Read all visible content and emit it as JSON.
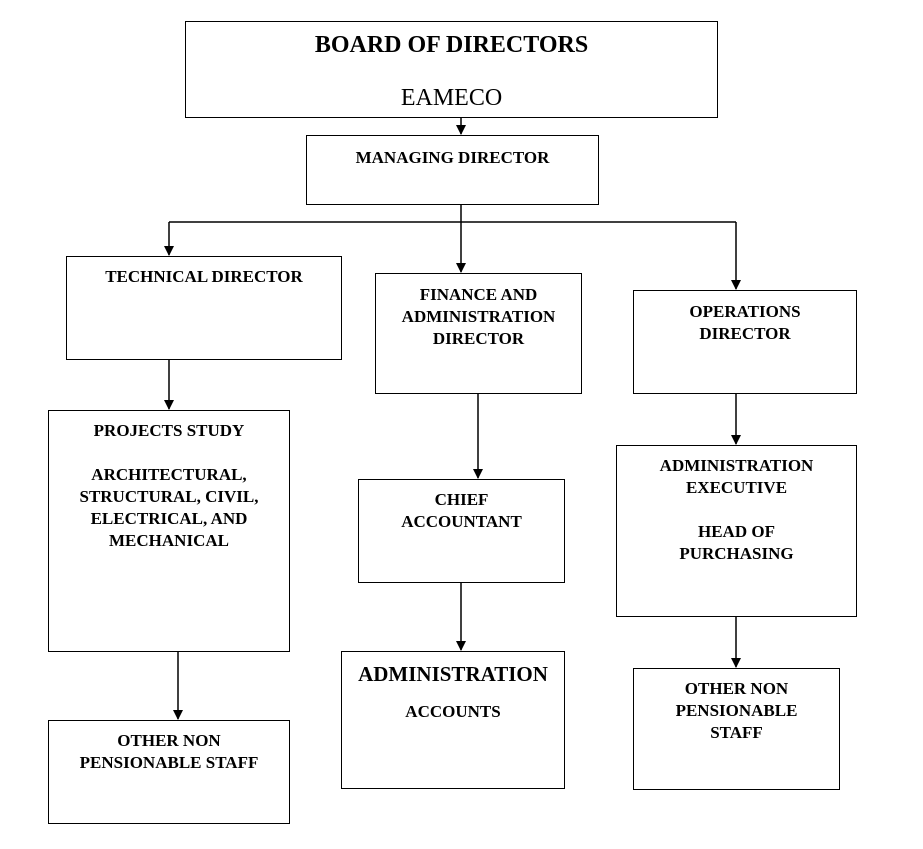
{
  "board": {
    "title": "BOARD OF DIRECTORS",
    "subtitle": "EAMECO"
  },
  "managing": {
    "title": "MANAGING DIRECTOR"
  },
  "technical": {
    "title": "TECHNICAL DIRECTOR"
  },
  "finance": {
    "lines": [
      "FINANCE AND",
      "ADMINISTRATION",
      "DIRECTOR"
    ]
  },
  "operations": {
    "lines": [
      "OPERATIONS",
      "DIRECTOR"
    ]
  },
  "projects": {
    "title": "PROJECTS STUDY",
    "lines": [
      "ARCHITECTURAL,",
      "STRUCTURAL, CIVIL,",
      "ELECTRICAL, AND",
      "MECHANICAL"
    ]
  },
  "chief_accountant": {
    "lines": [
      "CHIEF",
      "ACCOUNTANT"
    ]
  },
  "admin_exec": {
    "lines": [
      "ADMINISTRATION",
      "EXECUTIVE"
    ],
    "lines2": [
      "HEAD OF",
      "PURCHASING"
    ]
  },
  "staff_left": {
    "lines": [
      "OTHER NON",
      "PENSIONABLE STAFF"
    ]
  },
  "admin_accounts": {
    "title": "ADMINISTRATION",
    "subtitle": "ACCOUNTS"
  },
  "staff_right": {
    "lines": [
      "OTHER NON",
      "PENSIONABLE",
      "STAFF"
    ]
  }
}
